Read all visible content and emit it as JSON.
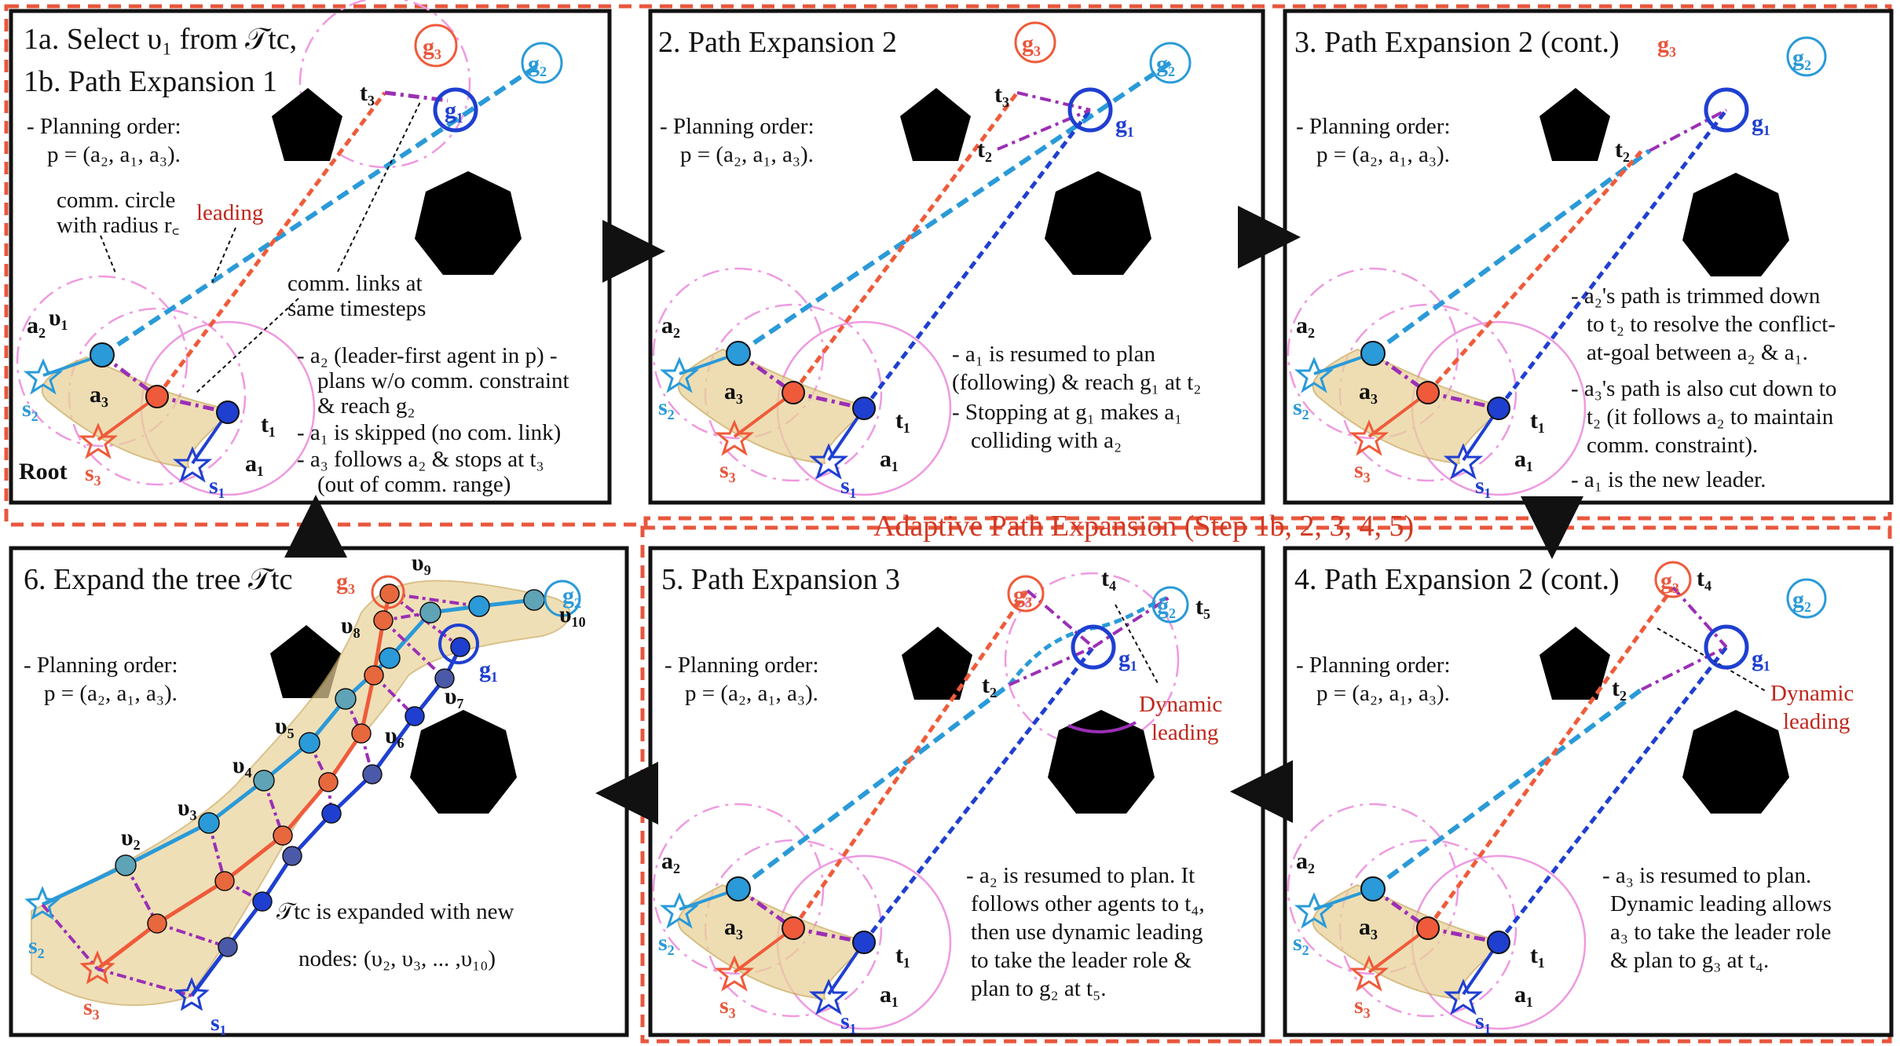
{
  "colors": {
    "a1": "#1f3fd1",
    "a2": "#2a9ad8",
    "a3": "#ef5b3a",
    "link": "#9b2fb5",
    "frame": "#e8573d",
    "obstacle": "#000000",
    "glow": "#e9d29a"
  },
  "common": {
    "order_line1": "- Planning order:",
    "order_line2": "p = (a₂, a₁, a₃).",
    "a1": "a₁",
    "a2": "a₂",
    "a3": "a₃",
    "s1": "s₁",
    "s2": "s₂",
    "s3": "s₃",
    "g1": "g₁",
    "g2": "g₂",
    "g3": "g₃",
    "t1": "t₁",
    "t2": "t₂",
    "t3": "t₃",
    "t4": "t₄",
    "t5": "t₅"
  },
  "adaptive_label": "Adaptive Path Expansion (Step 1b, 2, 3, 4, 5)",
  "panels": {
    "p1": {
      "title_a": "1a. Select υ₁ from 𝒯tc,",
      "title_b": "1b. Path Expansion 1",
      "comm_circle_1": "comm. circle",
      "comm_circle_2": "with radius r꜀",
      "leading": "leading",
      "comm_links_1": "comm. links at",
      "comm_links_2": "same timesteps",
      "v1": "υ₁",
      "root": "Root",
      "notes": [
        "- a₂ (leader-first agent in p) -",
        "plans w/o comm. constraint",
        "& reach g₂",
        "- a₁ is skipped (no com. link)",
        "- a₃ follows a₂ & stops at t₃",
        "(out of comm. range)"
      ]
    },
    "p2": {
      "title": "2. Path Expansion 2",
      "notes": [
        "- a₁ is resumed to plan",
        "(following) & reach g₁ at t₂",
        "- Stopping at g₁ makes a₁",
        "colliding with a₂"
      ]
    },
    "p3": {
      "title": "3. Path Expansion 2 (cont.)",
      "notes": [
        "- a₂'s path is trimmed down",
        "to t₂ to resolve the conflict-",
        "at-goal between a₂ & a₁.",
        "- a₃'s path is also cut down to",
        "t₂ (it follows a₂ to maintain",
        "comm. constraint).",
        "- a₁ is the new leader."
      ]
    },
    "p4": {
      "title": "4. Path Expansion 2 (cont.)",
      "dyn_1": "Dynamic",
      "dyn_2": "leading",
      "notes": [
        "- a₃ is resumed to plan.",
        "Dynamic leading allows",
        "a₃ to take the leader role",
        "& plan to g₃ at t₄."
      ]
    },
    "p5": {
      "title": "5. Path Expansion 3",
      "dyn_1": "Dynamic",
      "dyn_2": "leading",
      "notes": [
        "- a₂ is resumed to plan. It",
        "follows other agents to t₄,",
        "then use dynamic leading",
        "to take the leader role &",
        "plan to g₂ at t₅."
      ]
    },
    "p6": {
      "title": "6. Expand the tree 𝒯tc",
      "nodes": [
        "υ₂",
        "υ₃",
        "υ₄",
        "υ₅",
        "υ₆",
        "υ₇",
        "υ₈",
        "υ₉",
        "υ₁₀"
      ],
      "expanded_1": "𝒯tc is expanded with new",
      "expanded_2": "nodes: (υ₂, υ₃, ... ,υ₁₀)"
    }
  }
}
